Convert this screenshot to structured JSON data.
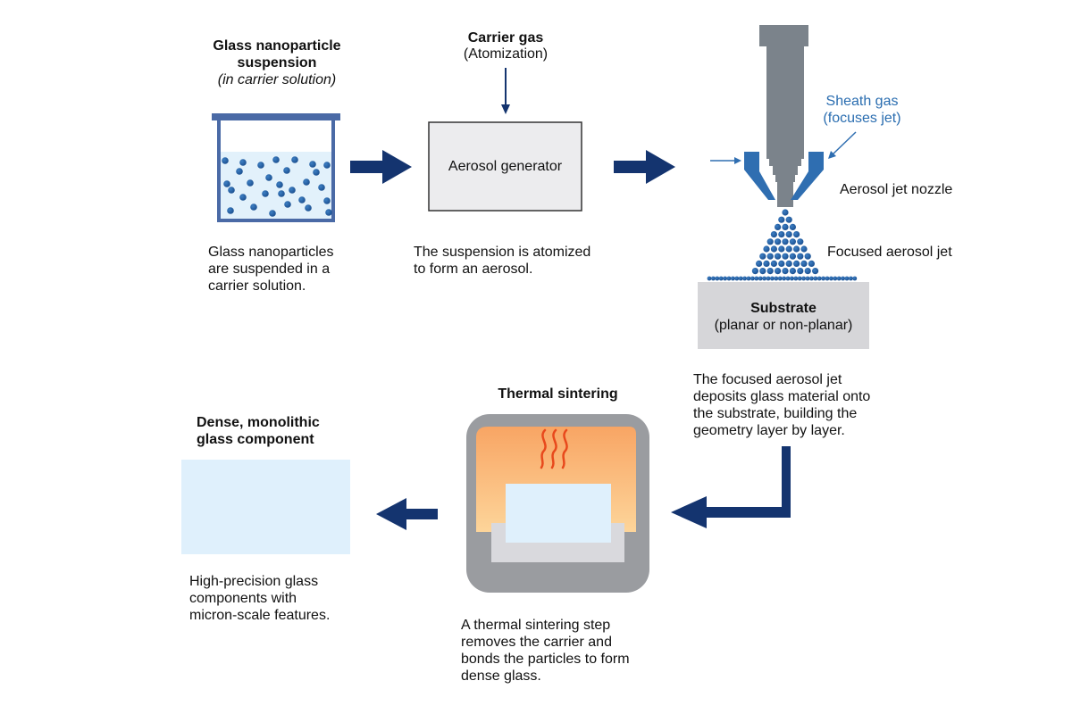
{
  "colors": {
    "arrow_navy": "#14346f",
    "particle_blue": "#1f5a9e",
    "nozzle_blue": "#2f6eb1",
    "nozzle_gray": "#7b838b",
    "liquid": "#e2f1fb",
    "beaker": "#4a6aa6",
    "generator_fill": "#ececee",
    "substrate_fill": "#d6d6d9",
    "glass_fill": "#dff0fc",
    "furnace_frame": "#9a9ca0",
    "furnace_warm_top": "#f8a564",
    "furnace_warm_bottom": "#fdd59a",
    "heat_waves": "#e8491c",
    "tray": "#d9d9dd"
  },
  "step1": {
    "title_line1": "Glass nanoparticle",
    "title_line2": "suspension",
    "subtitle": "(in carrier solution)",
    "caption_lines": [
      "Glass nanoparticles",
      "are suspended in a",
      "carrier solution."
    ]
  },
  "step2": {
    "title": "Carrier gas",
    "subtitle": "(Atomization)",
    "box_label": "Aerosol generator",
    "caption_lines": [
      "The suspension is atomized",
      "to form an aerosol."
    ]
  },
  "step3": {
    "sheath_gas_line1": "Sheath gas",
    "sheath_gas_line2": "(focuses jet)",
    "nozzle_label": "Aerosol jet nozzle",
    "jet_label": "Focused aerosol jet",
    "substrate_title": "Substrate",
    "substrate_subtitle": "(planar or non-planar)",
    "caption_lines": [
      "The focused aerosol jet",
      "deposits glass material onto",
      "the substrate, building the",
      "geometry layer by layer."
    ]
  },
  "step4": {
    "title": "Thermal sintering",
    "caption_lines": [
      "A thermal sintering step",
      "removes the carrier and",
      "bonds the particles to form",
      "dense glass."
    ]
  },
  "step5": {
    "title_line1": "Dense, monolithic",
    "title_line2": "glass component",
    "caption_lines": [
      "High-precision glass",
      "components with",
      "micron-scale features."
    ]
  }
}
